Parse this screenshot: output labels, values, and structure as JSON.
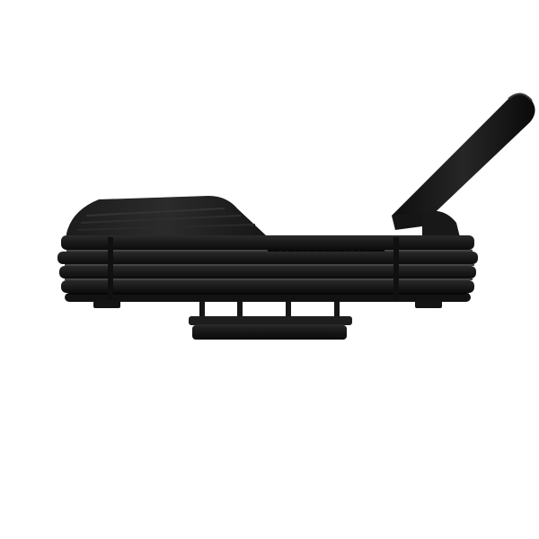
{
  "image": {
    "subject": "device-side-profile",
    "background_color": "#ffffff"
  },
  "colors": {
    "body": "#1a1a1a",
    "body_dark": "#0f0f0f",
    "highlight": "#2e2e2e",
    "shadow": "#050505",
    "rim": "#3a3a3a"
  },
  "icons": {
    "heatsink": "cooling-fins",
    "antenna": "antenna-stub",
    "dial": "knurled-dial",
    "mount": "mounting-ring"
  }
}
